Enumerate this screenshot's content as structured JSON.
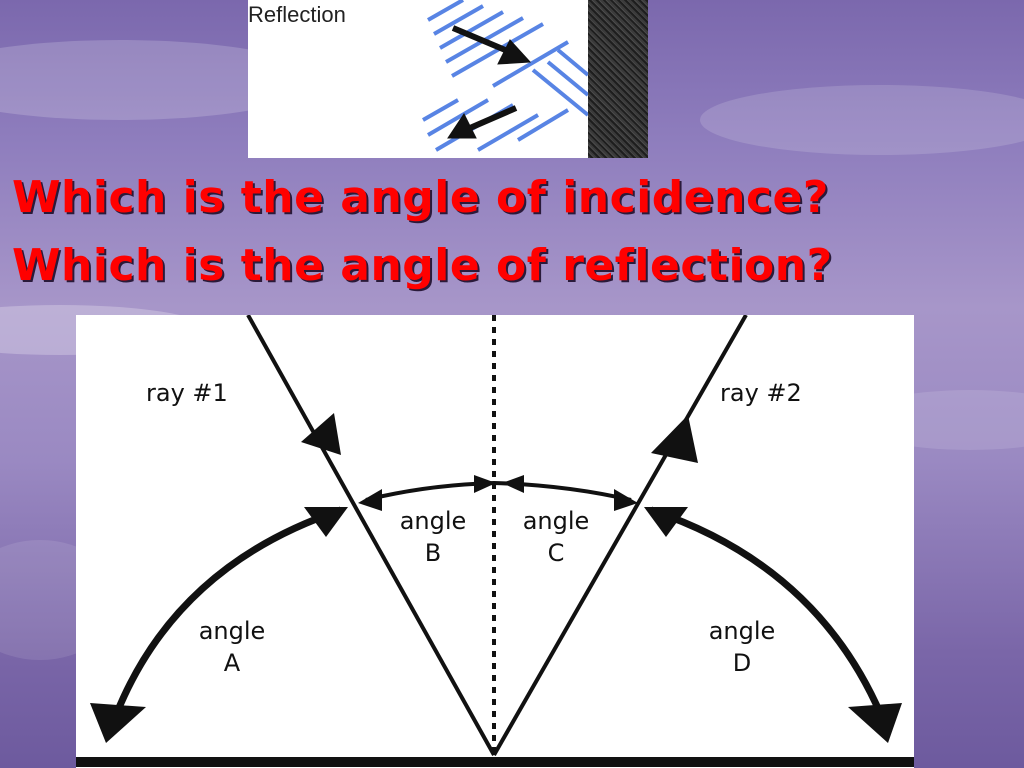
{
  "inset": {
    "title": "Reflection"
  },
  "questions": {
    "incidence": "Which is the angle of incidence?",
    "reflection": "Which is the angle of reflection?"
  },
  "diagram": {
    "ray1_label": "ray #1",
    "ray2_label": "ray #2",
    "angle_a": {
      "word": "angle",
      "letter": "A"
    },
    "angle_b": {
      "word": "angle",
      "letter": "B"
    },
    "angle_c": {
      "word": "angle",
      "letter": "C"
    },
    "angle_d": {
      "word": "angle",
      "letter": "D"
    }
  },
  "colors": {
    "question_text": "#ff0000",
    "wave_blue": "#3b6fe0",
    "ink": "#111111"
  }
}
